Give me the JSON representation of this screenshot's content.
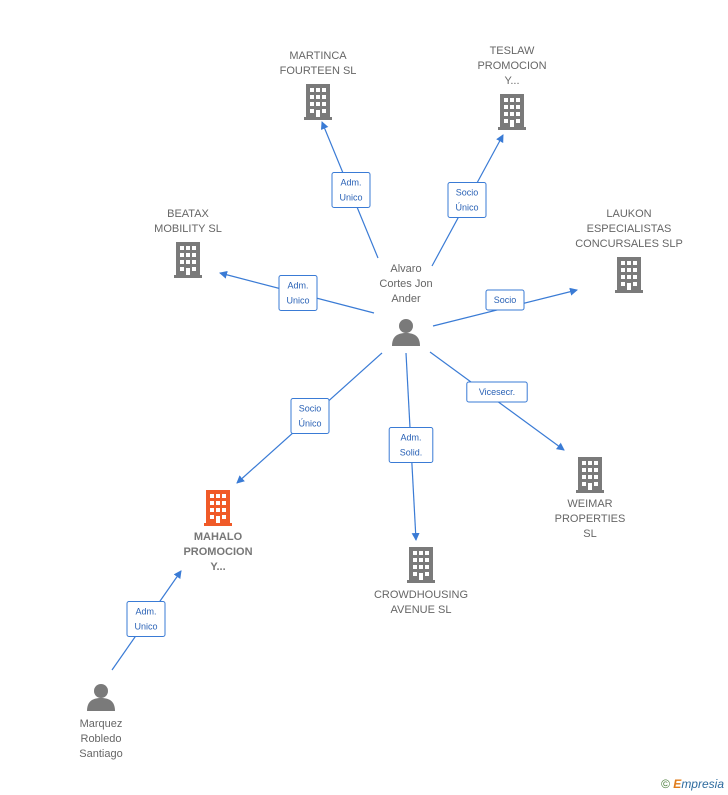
{
  "nodes": [
    {
      "id": "alvaro",
      "type": "person",
      "lines": [
        "Alvaro",
        "Cortes Jon",
        "Ander"
      ]
    },
    {
      "id": "martinca",
      "type": "company",
      "lines": [
        "MARTINCA",
        "FOURTEEN  SL"
      ]
    },
    {
      "id": "teslaw",
      "type": "company",
      "lines": [
        "TESLAW",
        "PROMOCION",
        "Y..."
      ]
    },
    {
      "id": "beatax",
      "type": "company",
      "lines": [
        "BEATAX",
        "MOBILITY  SL"
      ]
    },
    {
      "id": "laukon",
      "type": "company",
      "lines": [
        "LAUKON",
        "ESPECIALISTAS",
        "CONCURSALES SLP"
      ]
    },
    {
      "id": "weimar",
      "type": "company",
      "lines": [
        "WEIMAR",
        "PROPERTIES",
        "SL"
      ]
    },
    {
      "id": "crowd",
      "type": "company",
      "lines": [
        "CROWDHOUSING",
        "AVENUE  SL"
      ]
    },
    {
      "id": "mahalo",
      "type": "company",
      "focus": true,
      "lines": [
        "MAHALO",
        "PROMOCION",
        "Y..."
      ]
    },
    {
      "id": "marquez",
      "type": "person",
      "lines": [
        "Marquez",
        "Robledo",
        "Santiago"
      ]
    }
  ],
  "edges": [
    {
      "from": "alvaro",
      "to": "martinca",
      "lines": [
        "Adm.",
        "Unico"
      ]
    },
    {
      "from": "alvaro",
      "to": "teslaw",
      "lines": [
        "Socio",
        "Único"
      ]
    },
    {
      "from": "alvaro",
      "to": "beatax",
      "lines": [
        "Adm.",
        "Unico"
      ]
    },
    {
      "from": "alvaro",
      "to": "laukon",
      "lines": [
        "Socio"
      ]
    },
    {
      "from": "alvaro",
      "to": "weimar",
      "lines": [
        "Vicesecr."
      ]
    },
    {
      "from": "alvaro",
      "to": "crowd",
      "lines": [
        "Adm.",
        "Solid."
      ]
    },
    {
      "from": "alvaro",
      "to": "mahalo",
      "lines": [
        "Socio",
        "Único"
      ]
    },
    {
      "from": "marquez",
      "to": "mahalo",
      "lines": [
        "Adm.",
        "Unico"
      ]
    }
  ],
  "colors": {
    "edge": "#3a7bd5",
    "company": "#7a7a7a",
    "focus_company": "#f05a28",
    "person": "#7a7a7a"
  },
  "watermark": {
    "copyright": "©",
    "brand_e": "E",
    "brand_rest": "mpresia"
  }
}
